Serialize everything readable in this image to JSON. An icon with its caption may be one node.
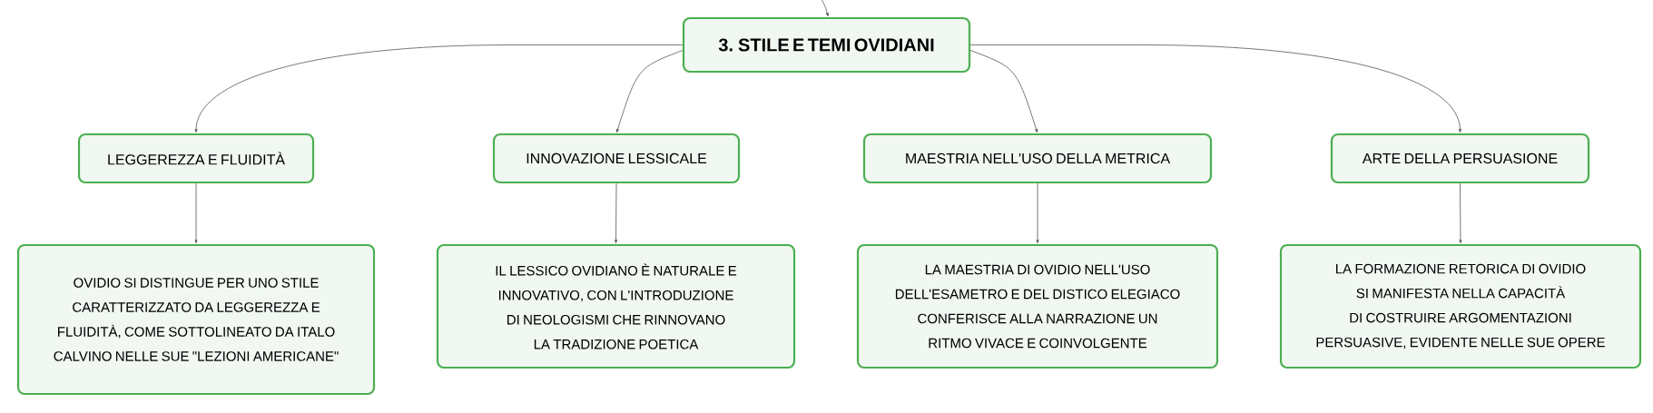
{
  "diagram": {
    "nodes": [
      {
        "text": [
          "3. STILE E TEMI OVIDIANI"
        ]
      },
      {
        "text": [
          "LEGGEREZZA E FLUIDITÀ"
        ]
      },
      {
        "text": [
          "INNOVAZIONE LESSICALE"
        ]
      },
      {
        "text": [
          "MAESTRIA NELL'USO DELLA METRICA"
        ]
      },
      {
        "text": [
          "ARTE DELLA PERSUASIONE"
        ]
      },
      {
        "text": [
          "OVIDIO SI DISTINGUE PER UNO STILE CARATTERIZZATO DA LEGGEREZZA E FLUIDITÀ, COME SOTTOLINEATO DA ITALO CALVINO NELLE SUE \"LEZIONI AMERICANE\""
        ]
      },
      {
        "text": [
          "IL LESSICO OVIDIANO È NATURALE E INNOVATIVO, CON L'INTRODUZIONE DI NEOLOGISMI CHE RINNOVANO LA TRADIZIONE POETICA"
        ]
      },
      {
        "text": [
          "LA MAESTRIA DI OVIDIO NELL'USO DELL'ESAMETRO E DEL DISTICO ELEGIACO CONFERISCE ALLA NARRAZIONE UN RITMO VIVACE E COINVOLGENTE"
        ]
      },
      {
        "text": [
          "LA FORMAZIONE RETORICA DI OVIDIO SI MANIFESTA NELLA CAPACITÀ DI COSTRUIRE ARGOMENTAZIONI PERSUASIVE, EVIDENTE NELLE SUE OPERE"
        ]
      }
    ],
    "edges": [
      {
        "from": null,
        "to": 0,
        "arrow": "to"
      },
      {
        "from": 0,
        "to": 1,
        "arrow": "to"
      },
      {
        "from": 0,
        "to": 2,
        "arrow": "to"
      },
      {
        "from": 0,
        "to": 3,
        "arrow": "to"
      },
      {
        "from": 0,
        "to": 4,
        "arrow": "to"
      },
      {
        "from": 1,
        "to": 5,
        "arrow": "to"
      },
      {
        "from": 2,
        "to": 6,
        "arrow": "to"
      },
      {
        "from": 3,
        "to": 7,
        "arrow": "to"
      },
      {
        "from": 4,
        "to": 8,
        "arrow": "to"
      }
    ]
  }
}
